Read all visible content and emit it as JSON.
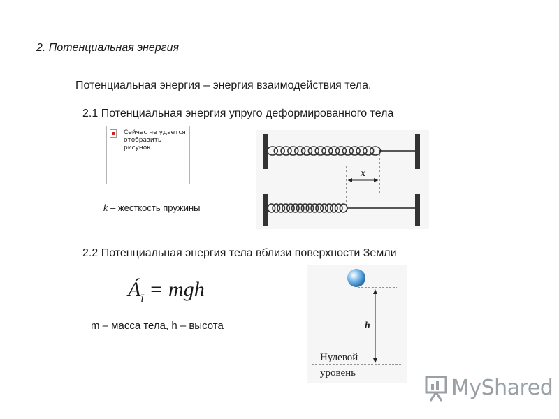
{
  "slide": {
    "title": "2. Потенциальная  энергия",
    "definition": "Потенциальная энергия – энергия взаимодействия тела.",
    "section1_title": "2.1 Потенциальная  энергия упруго деформированного тела",
    "section2_title": "2.2 Потенциальная  энергия тела вблизи поверхности Земли"
  },
  "broken_image": {
    "message_line1": "Сейчас не удается",
    "message_line2": "отобразить рисунок."
  },
  "spring": {
    "k_symbol": "k",
    "k_text": " – жесткость пружины",
    "x_label": "x"
  },
  "gravity": {
    "formula_lhs": "Á",
    "formula_sub": "ï",
    "formula_rhs": "= mgh",
    "mass_text": "m –  масса тела, h – высота",
    "h_label": "h",
    "zero_level_line1": "Нулевой",
    "zero_level_line2": "уровень"
  },
  "logo": {
    "text": "MyShared",
    "icon": "presentation-board-icon"
  },
  "colors": {
    "ball": "#6fb3e8",
    "logo": "#9aa1a6"
  }
}
